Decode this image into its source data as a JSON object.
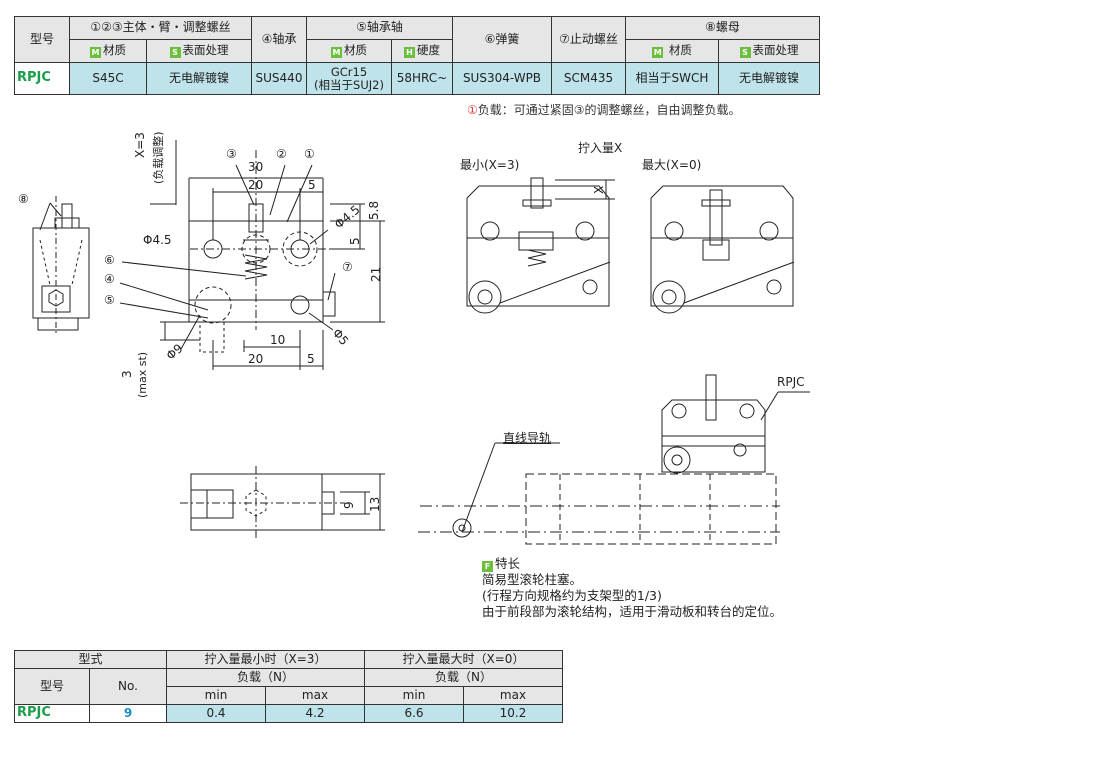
{
  "spec_table": {
    "col_model": "型号",
    "col_body": "①②③主体・臂・调整螺丝",
    "col_bearing": "④轴承",
    "col_bearing_shaft": "⑤轴承轴",
    "col_spring": "⑥弹簧",
    "col_stop_screw": "⑦止动螺丝",
    "col_nut": "⑧螺母",
    "sub_material": "材质",
    "sub_surface": "表面处理",
    "sub_hardness": "硬度",
    "sub_material_nut": " 材质",
    "badge_m": "M",
    "badge_s": "S",
    "badge_h": "H",
    "row": {
      "model": "RPJC",
      "body_material": "S45C",
      "body_surface": "无电解镀镍",
      "bearing": "SUS440",
      "shaft_material_1": "GCr15",
      "shaft_material_2": "(相当于SUJ2)",
      "shaft_hardness": "58HRC~",
      "spring": "SUS304-WPB",
      "stop_screw": "SCM435",
      "nut_material": "相当于SWCH",
      "nut_surface": "无电解镀镍"
    }
  },
  "note": {
    "icon": "①",
    "text": "负载：可通过紧固③的调整螺丝，自由调整负载。"
  },
  "drawing": {
    "labels": {
      "x3_a": "X=3",
      "x3_b": "(负载调整)",
      "dim_30": "30",
      "dim_20_top": "20",
      "dim_5_top": "5",
      "phi45_a": "Φ4.5",
      "phi45_b": "Φ4.5",
      "dim_58": "5.8",
      "dim_5_right": "5",
      "dim_21": "21",
      "phi9": "Φ9",
      "dim_10": "10",
      "dim_20_bottom": "20",
      "dim_5_bottom": "5",
      "phi5": "Φ5",
      "stroke_a": "3",
      "stroke_b": "(max st)",
      "c1": "①",
      "c2": "②",
      "c3": "③",
      "c4": "④",
      "c5": "⑤",
      "c6": "⑥",
      "c7": "⑦",
      "c8": "⑧",
      "dim_9": "9",
      "dim_13": "13",
      "insert_title": "拧入量X",
      "min_label": "最小(X=3)",
      "max_label": "最大(X=0)",
      "x_mark": "X",
      "rpjc_label": "RPJC",
      "rail_label": "直线导轨"
    }
  },
  "features": {
    "badge": "F",
    "title": "特长",
    "line1": "简易型滚轮柱塞。",
    "line2": "(行程方向规格约为支架型的1/3)",
    "line3": "由于前段部为滚轮结构，适用于滑动板和转台的定位。"
  },
  "load_table": {
    "h_type": "型式",
    "h_min_insert": "拧入量最小时（X=3）",
    "h_max_insert": "拧入量最大时（X=0）",
    "h_model": "型号",
    "h_no": "No.",
    "h_load": "负载（N）",
    "h_load2": "负载（N）",
    "h_min": "min",
    "h_max": "max",
    "h_min2": "min",
    "h_max2": "max",
    "row": {
      "model": "RPJC",
      "no": "9",
      "v1": "0.4",
      "v2": "4.2",
      "v3": "6.6",
      "v4": "10.2"
    }
  }
}
